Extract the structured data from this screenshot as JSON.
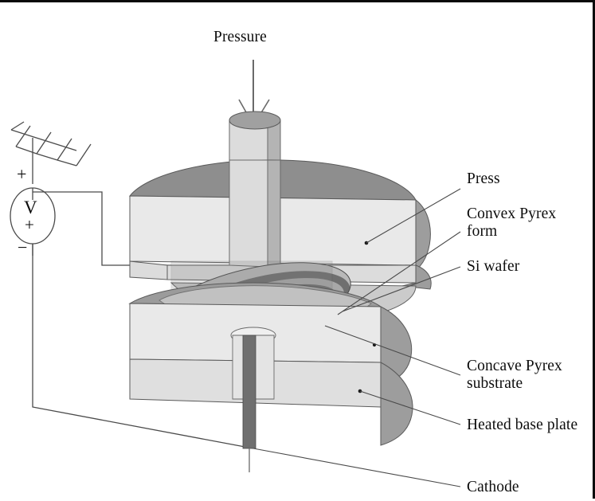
{
  "figure": {
    "kind": "technical-line-diagram",
    "subject": "Electrostatic / anodic bonding press for forming a curved Si wafer between convex and concave Pyrex tooling",
    "background_color": "#ffffff",
    "border_color": "#0a0a0a",
    "line_color": "#4a4a4a",
    "text_color": "#0d0d0d"
  },
  "labels": {
    "pressure": "Pressure",
    "press": "Press",
    "convex_pyrex_form": "Convex Pyrex\nform",
    "si_wafer": "Si wafer",
    "concave_pyrex_substrate": "Concave Pyrex\nsubstrate",
    "heated_base_plate": "Heated base plate",
    "cathode": "Cathode"
  },
  "circuit": {
    "source_symbol": "V",
    "source_inner_polarity": "+",
    "positive_terminal": "+",
    "negative_terminal": "−",
    "ground_support": "fixed-support-hatching"
  },
  "palette": {
    "face_light": "#e9e9e9",
    "face_mid": "#d2d2d2",
    "face_dark": "#a6a6a6",
    "top_shade": "#9b9b9b",
    "side_shade": "#8e8e8e",
    "wafer_dark": "#5e5e5e",
    "wafer_mid": "#8a8a8a",
    "wafer_light": "#c2c2c2",
    "cathode_rod": "#6f6f6f",
    "outline": "#5a5a5a"
  }
}
